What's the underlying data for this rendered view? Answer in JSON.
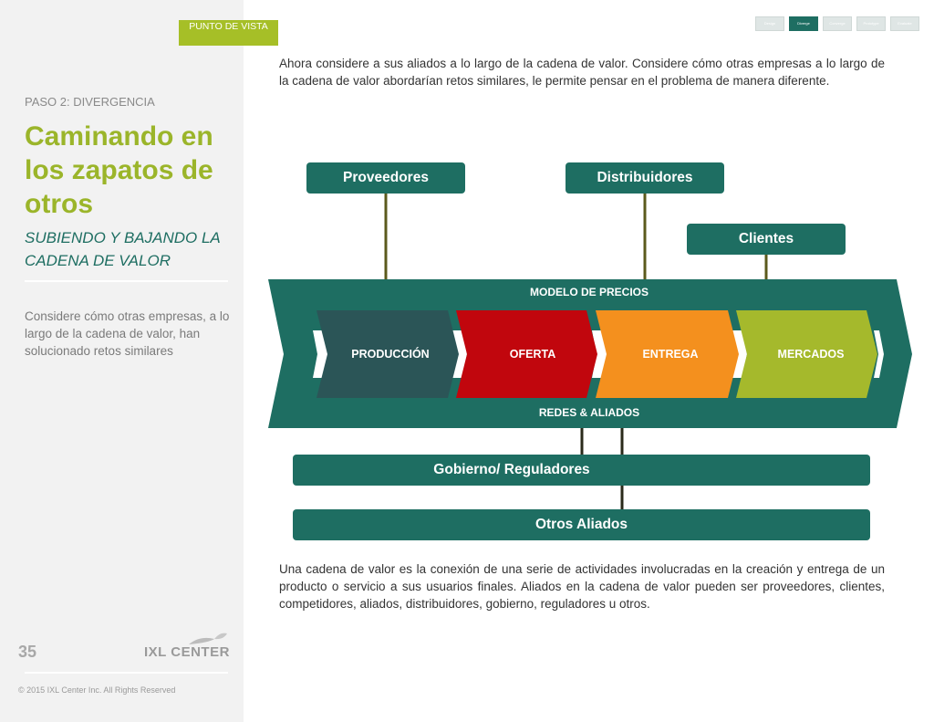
{
  "header": {
    "badge": "PUNTO DE VISTA",
    "nav_tabs": [
      "Design",
      "Diverge",
      "Converge",
      "Prototype",
      "Evaluate"
    ],
    "active_tab_index": 1
  },
  "sidebar": {
    "step": "PASO 2: DIVERGENCIA",
    "title": "Caminando en los zapatos de otros",
    "subtitle": "SUBIENDO Y BAJANDO LA CADENA DE VALOR",
    "note": "Considere cómo otras empresas, a lo largo de la cadena de valor, han solucionado retos similares",
    "page_number": "35",
    "brand": "IXL CENTER",
    "copyright": "© 2015 IXL Center Inc. All Rights Reserved"
  },
  "main": {
    "intro": "Ahora considere a sus aliados a lo largo de la cadena de valor. Considere cómo otras empresas a lo largo de la cadena de valor abordarían retos similares, le permite pensar en el problema de manera diferente.",
    "footer": "Una cadena de valor es la conexión de una serie de actividades involucradas en la creación y entrega de un producto o servicio a sus usuarios finales. Aliados en la cadena de valor pueden ser proveedores, clientes, competidores, aliados, distribuidores, gobierno, reguladores u otros."
  },
  "diagram": {
    "actors": {
      "suppliers": "Proveedores",
      "distributors": "Distribuidores",
      "customers": "Clientes",
      "government": "Gobierno/ Reguladores",
      "others": "Otros Aliados"
    },
    "chain_top_label": "MODELO DE PRECIOS",
    "chain_bottom_label": "REDES & ALIADOS",
    "stages": [
      {
        "label": "PRODUCCIÓN",
        "color": "#2b5557"
      },
      {
        "label": "OFERTA",
        "color": "#c1060d"
      },
      {
        "label": "ENTREGA",
        "color": "#f4901e"
      },
      {
        "label": "MERCADOS",
        "color": "#a5b92c"
      }
    ],
    "colors": {
      "teal": "#1e6e62",
      "connector": "#5b5a1c",
      "accent": "#9bb52a"
    }
  }
}
